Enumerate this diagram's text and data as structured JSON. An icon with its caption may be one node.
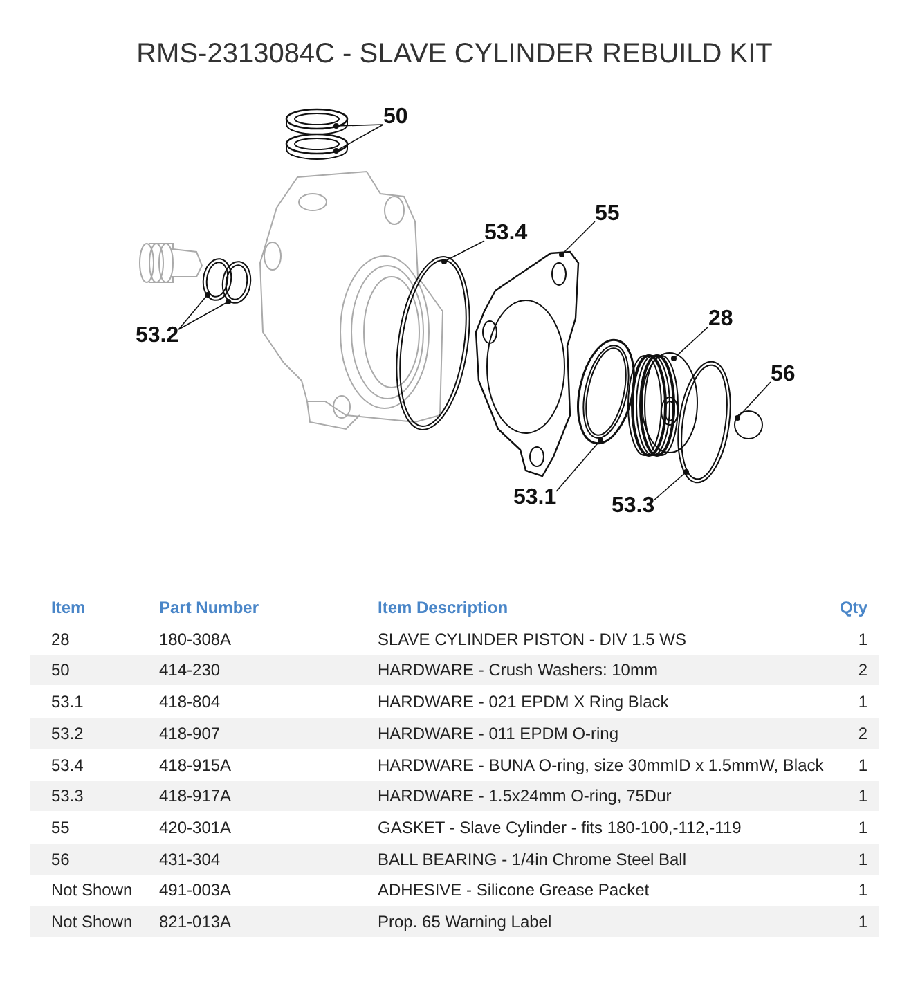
{
  "diagram": {
    "title": "RMS-2313084C - SLAVE CYLINDER REBUILD KIT",
    "nodes": [
      {
        "text": [
          "50"
        ]
      },
      {
        "text": [],
        "shape": "picture"
      },
      {
        "text": [],
        "shape": "picture"
      },
      {
        "text": [
          "53.4"
        ]
      },
      {
        "text": [],
        "shape": "picture"
      },
      {
        "text": [
          "55"
        ]
      },
      {
        "text": [],
        "shape": "picture"
      },
      {
        "text": [
          "53.2"
        ]
      },
      {
        "text": [],
        "shape": "picture"
      },
      {
        "text": [],
        "shape": "picture"
      },
      {
        "text": [
          "28"
        ]
      },
      {
        "text": [],
        "shape": "picture"
      },
      {
        "text": [
          "56"
        ]
      },
      {
        "text": [],
        "shape": "circle"
      },
      {
        "text": [
          "53.1"
        ]
      },
      {
        "text": [],
        "shape": "picture"
      },
      {
        "text": [
          "53.3"
        ]
      },
      {
        "text": [],
        "shape": "picture"
      }
    ],
    "edges": [
      {
        "from": 0,
        "to": 1,
        "arrow": "other"
      },
      {
        "from": 0,
        "to": 2,
        "arrow": "other"
      },
      {
        "from": 3,
        "to": 4,
        "arrow": "other"
      },
      {
        "from": 5,
        "to": 6,
        "arrow": "other"
      },
      {
        "from": 7,
        "to": 8,
        "arrow": "other"
      },
      {
        "from": 7,
        "to": 9,
        "arrow": "other"
      },
      {
        "from": 10,
        "to": 11,
        "arrow": "other"
      },
      {
        "from": 12,
        "to": 13,
        "arrow": "other"
      },
      {
        "from": 14,
        "to": 15,
        "arrow": "other"
      },
      {
        "from": 16,
        "to": 17,
        "arrow": "other"
      }
    ],
    "labels": [
      "Item",
      "Part Number",
      "Item Description",
      "Qty",
      "28",
      "180-308A",
      "SLAVE CYLINDER PISTON - DIV 1.5 WS",
      "1",
      "50",
      "414-230",
      "HARDWARE - Crush Washers: 10mm",
      "2",
      "53.1",
      "418-804",
      "HARDWARE - 021 EPDM X Ring Black",
      "1",
      "53.2",
      "418-907",
      "HARDWARE - 011 EPDM O-ring",
      "2",
      "53.4",
      "418-915A",
      "HARDWARE - BUNA O-ring, size 30mmID x 1.5mmW, Black",
      "1",
      "53.3",
      "418-917A",
      "HARDWARE - 1.5x24mm O-ring, 75Dur",
      "1",
      "55",
      "420-301A",
      "GASKET - Slave Cylinder - fits 180-100,-112,-119",
      "1",
      "56",
      "431-304",
      "BALL BEARING - 1/4in Chrome Steel Ball",
      "1",
      "Not Shown",
      "491-003A",
      "ADHESIVE - Silicone Grease Packet",
      "1",
      "Not Shown",
      "821-013A",
      "Prop. 65 Warning Label",
      "1"
    ]
  }
}
